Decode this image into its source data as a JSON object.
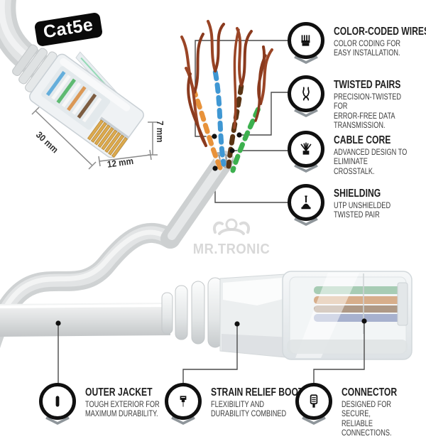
{
  "badge": {
    "label": "Cat5e"
  },
  "watermark": {
    "brand": "MR.TRONIC"
  },
  "dimensions": {
    "length": "30 mm",
    "width": "12 mm",
    "height": "7 mm"
  },
  "features_right": [
    {
      "title": "COLOR-CODED WIRES",
      "description": "COLOR CODING FOR\nEASY INSTALLATION.",
      "icon": "rj45-pins-icon"
    },
    {
      "title": "TWISTED PAIRS",
      "description": "PRECISION-TWISTED FOR\nERROR-FREE DATA\nTRANSMISSION.",
      "icon": "twisted-pair-icon"
    },
    {
      "title": "CABLE CORE",
      "description": "ADVANCED DESIGN TO\nELIMINATE CROSSTALK.",
      "icon": "cable-core-icon"
    },
    {
      "title": "SHIELDING",
      "description": "UTP UNSHIELDED\nTWISTED PAIR",
      "icon": "shielding-icon"
    }
  ],
  "features_bottom": [
    {
      "title": "OUTER JACKET",
      "description": "TOUGH EXTERIOR FOR\nMAXIMUM DURABILITY.",
      "icon": "outer-jacket-icon"
    },
    {
      "title": "STRAIN RELIEF BOOT",
      "description": "FLEXIBILITY AND\nDURABILITY COMBINED",
      "icon": "strain-relief-boot-icon"
    },
    {
      "title": "CONNECTOR",
      "description": "DESIGNED FOR SECURE,\nRELIABLE CONNECTIONS.",
      "icon": "connector-icon"
    }
  ],
  "colors": {
    "accent_black": "#111111",
    "leader_line": "#4a4a4a",
    "wire_orange": "#e8923a",
    "wire_blue": "#3f97d3",
    "wire_green": "#3cb04e",
    "wire_brown": "#5a3414",
    "wire_copper": "#9a4526",
    "cable_gray": "#d6d8d9",
    "watermark_gray": "#d2d2d2"
  }
}
